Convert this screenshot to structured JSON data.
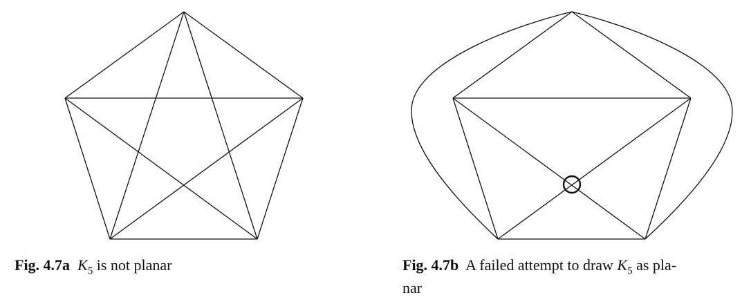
{
  "figure_a": {
    "caption_label": "Fig. 4.7a",
    "graph_symbol": "K",
    "graph_subscript": "5",
    "caption_rest": "is not planar"
  },
  "figure_b": {
    "caption_label": "Fig. 4.7b",
    "caption_before": "A failed attempt to draw",
    "graph_symbol": "K",
    "graph_subscript": "5",
    "caption_after_1": "as pla-",
    "caption_after_2": "nar"
  },
  "colors": {
    "stroke": "#111111",
    "background": "#ffffff"
  }
}
